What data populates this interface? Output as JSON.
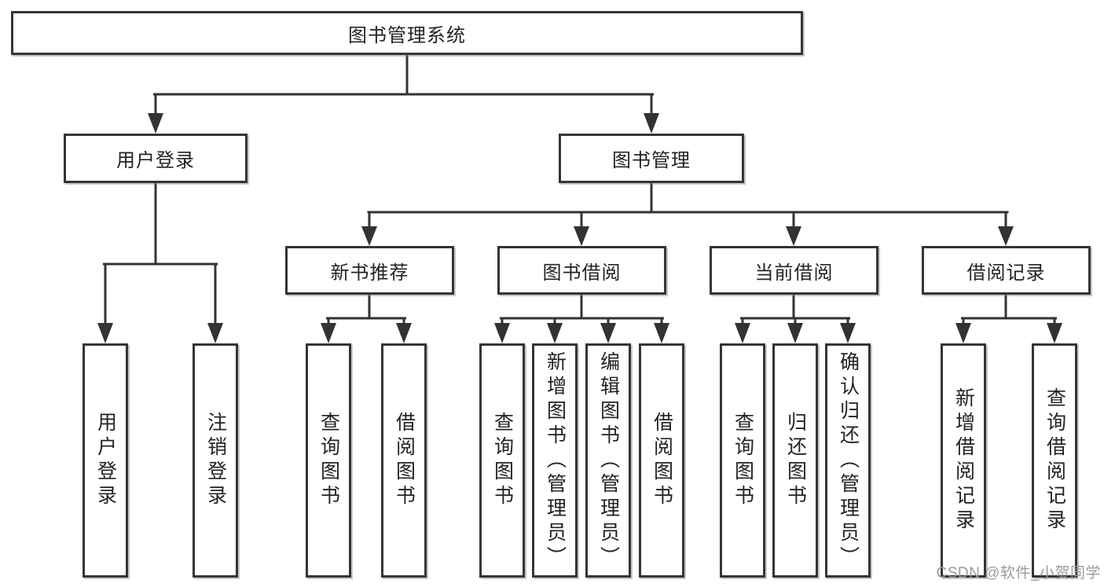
{
  "colors": {
    "line": "#333333",
    "box_border": "#353535",
    "box_fill": "#ffffff",
    "text": "#232323",
    "watermark": "#9a9a9a"
  },
  "tree": {
    "root": {
      "label": "图书管理系统",
      "children": [
        {
          "label": "用户登录",
          "children": [
            {
              "label": "用户登录"
            },
            {
              "label": "注销登录"
            }
          ]
        },
        {
          "label": "图书管理",
          "children": [
            {
              "label": "新书推荐",
              "children": [
                {
                  "label": "查询图书"
                },
                {
                  "label": "借阅图书"
                }
              ]
            },
            {
              "label": "图书借阅",
              "children": [
                {
                  "label": "查询图书"
                },
                {
                  "label": "新增图书（管理员）"
                },
                {
                  "label": "编辑图书（管理员）"
                },
                {
                  "label": "借阅图书"
                }
              ]
            },
            {
              "label": "当前借阅",
              "children": [
                {
                  "label": "查询图书"
                },
                {
                  "label": "归还图书"
                },
                {
                  "label": "确认归还（管理员）"
                }
              ]
            },
            {
              "label": "借阅记录",
              "children": [
                {
                  "label": "新增借阅记录"
                },
                {
                  "label": "查询借阅记录"
                }
              ]
            }
          ]
        }
      ]
    }
  },
  "watermark": {
    "text": "CSDN @软件_小贺同学"
  }
}
